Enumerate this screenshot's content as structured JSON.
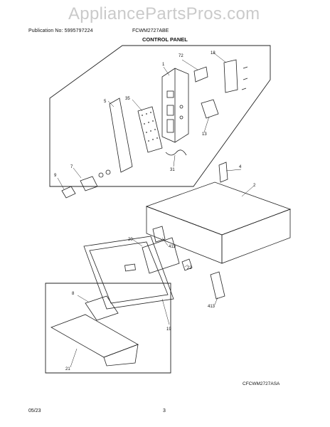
{
  "header": {
    "watermark": "AppliancePartsPros.com",
    "publication": "Publication No: 5995797224",
    "model": "FCWM2727ABE",
    "section_title": "CONTROL PANEL"
  },
  "callouts": {
    "c1": "1",
    "c2": "2",
    "c4": "4",
    "c5": "5",
    "c7": "7",
    "c8": "8",
    "c9": "9",
    "c13": "13",
    "c18": "18",
    "c19": "19",
    "c20": "20",
    "c21": "21",
    "c22": "22",
    "c31": "31",
    "c35": "35",
    "c72": "72",
    "c413a": "413",
    "c413b": "413"
  },
  "figure_code": "CFCWM2727ASA",
  "footer": {
    "date": "05/23",
    "page": "3"
  }
}
